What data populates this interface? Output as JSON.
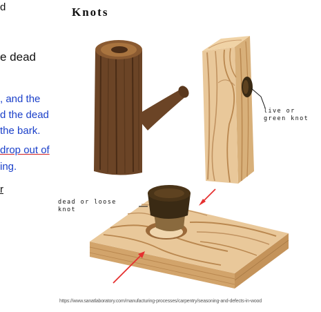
{
  "slide": {
    "title": "Knots",
    "left_lines": [
      {
        "text": "d",
        "style": "plain"
      },
      {
        "text": "e dead",
        "style": "plain"
      },
      {
        "text": ", and the",
        "style": "blue"
      },
      {
        "text": "d the dead",
        "style": "blue"
      },
      {
        "text": "the bark.",
        "style": "blue"
      },
      {
        "text": "drop out of",
        "style": "blue-red-underline"
      },
      {
        "text": "ing.",
        "style": "blue"
      },
      {
        "text": "r",
        "style": "plain-underline"
      }
    ],
    "labels": {
      "live_knot": [
        "live or",
        "green knot"
      ],
      "dead_knot": [
        "dead or loose",
        "knot"
      ]
    },
    "source_url": "https://www.sanatlaboratory.com/manufacturing-processes/carpentry/seasoning-and-defects-in-wood"
  },
  "colors": {
    "body_text": "#111111",
    "blue_text": "#1a3fc9",
    "underline_red": "#d21e1e",
    "bark": "#6b4426",
    "bark_dark": "#4a2c16",
    "wood_light": "#e9c89a",
    "wood_grain": "#b9874f",
    "knot_dark": "#3a2a14",
    "arrow_red": "#e53030"
  },
  "icons": [
    "tree-trunk-illustration",
    "timber-post-illustration",
    "wood-board-illustration",
    "loose-knot-illustration",
    "red-arrow-icon"
  ]
}
